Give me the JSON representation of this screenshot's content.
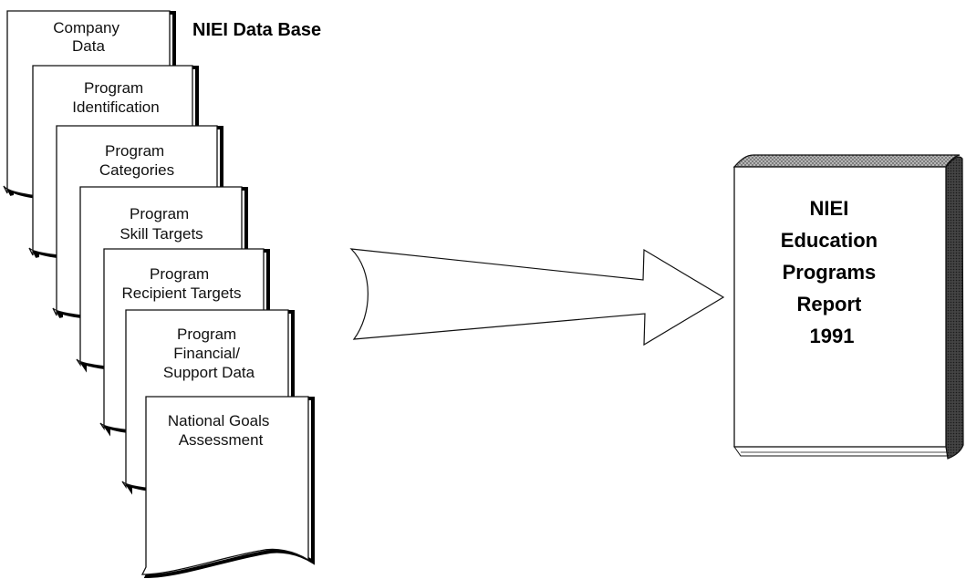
{
  "database": {
    "title": "NIEI Data Base",
    "documents": [
      {
        "lines": [
          "Company",
          "Data"
        ]
      },
      {
        "lines": [
          "Program",
          "Identification"
        ]
      },
      {
        "lines": [
          "Program",
          "Categories"
        ]
      },
      {
        "lines": [
          "Program",
          "Skill Targets"
        ]
      },
      {
        "lines": [
          "Program",
          "Recipient Targets"
        ]
      },
      {
        "lines": [
          "Program",
          "Financial/",
          "Support Data"
        ]
      },
      {
        "lines": [
          "National Goals",
          "Assessment"
        ]
      }
    ]
  },
  "report": {
    "title_lines": [
      "NIEI",
      "Education",
      "Programs",
      "Report",
      "1991"
    ]
  },
  "colors": {
    "ink": "#111111",
    "paper": "#ffffff",
    "book_spine": "#3a3a3a",
    "book_top": "#8a8a8a"
  }
}
